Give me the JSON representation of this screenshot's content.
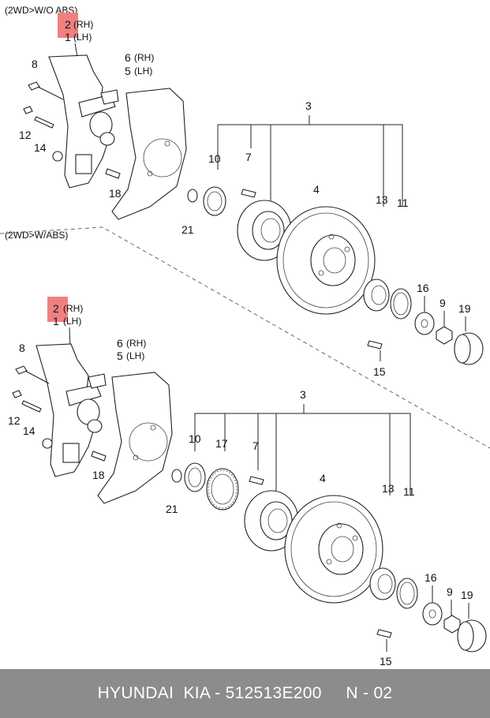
{
  "footer": {
    "text": "HYUNDAI  KIA - 512513E200     N - 02"
  },
  "highlight_color": "#f08080",
  "diagram": {
    "sections": [
      {
        "caption": "(2WD>W/O ABS)",
        "labels": {
          "knuckle_rh": "2",
          "knuckle_rh_side": "(RH)",
          "knuckle_lh": "1",
          "knuckle_lh_side": "(LH)",
          "cover_rh": "6",
          "cover_rh_side": "(RH)",
          "cover_lh": "5",
          "cover_lh_side": "(LH)",
          "p8": "8",
          "p12": "12",
          "p14": "14",
          "p18": "18",
          "p21": "21",
          "p3": "3",
          "p10": "10",
          "p7": "7",
          "p4": "4",
          "p13": "13",
          "p11": "11",
          "p16": "16",
          "p9": "9",
          "p19": "19",
          "p15": "15"
        }
      },
      {
        "caption": "(2WD>W/ABS)",
        "labels": {
          "knuckle_rh": "2",
          "knuckle_rh_side": "(RH)",
          "knuckle_lh": "1",
          "knuckle_lh_side": "(LH)",
          "cover_rh": "6",
          "cover_rh_side": "(RH)",
          "cover_lh": "5",
          "cover_lh_side": "(LH)",
          "p8": "8",
          "p12": "12",
          "p14": "14",
          "p18": "18",
          "p21": "21",
          "p3": "3",
          "p10": "10",
          "p17": "17",
          "p7": "7",
          "p4": "4",
          "p13": "13",
          "p11": "11",
          "p16": "16",
          "p9": "9",
          "p19": "19",
          "p15": "15"
        }
      }
    ]
  }
}
